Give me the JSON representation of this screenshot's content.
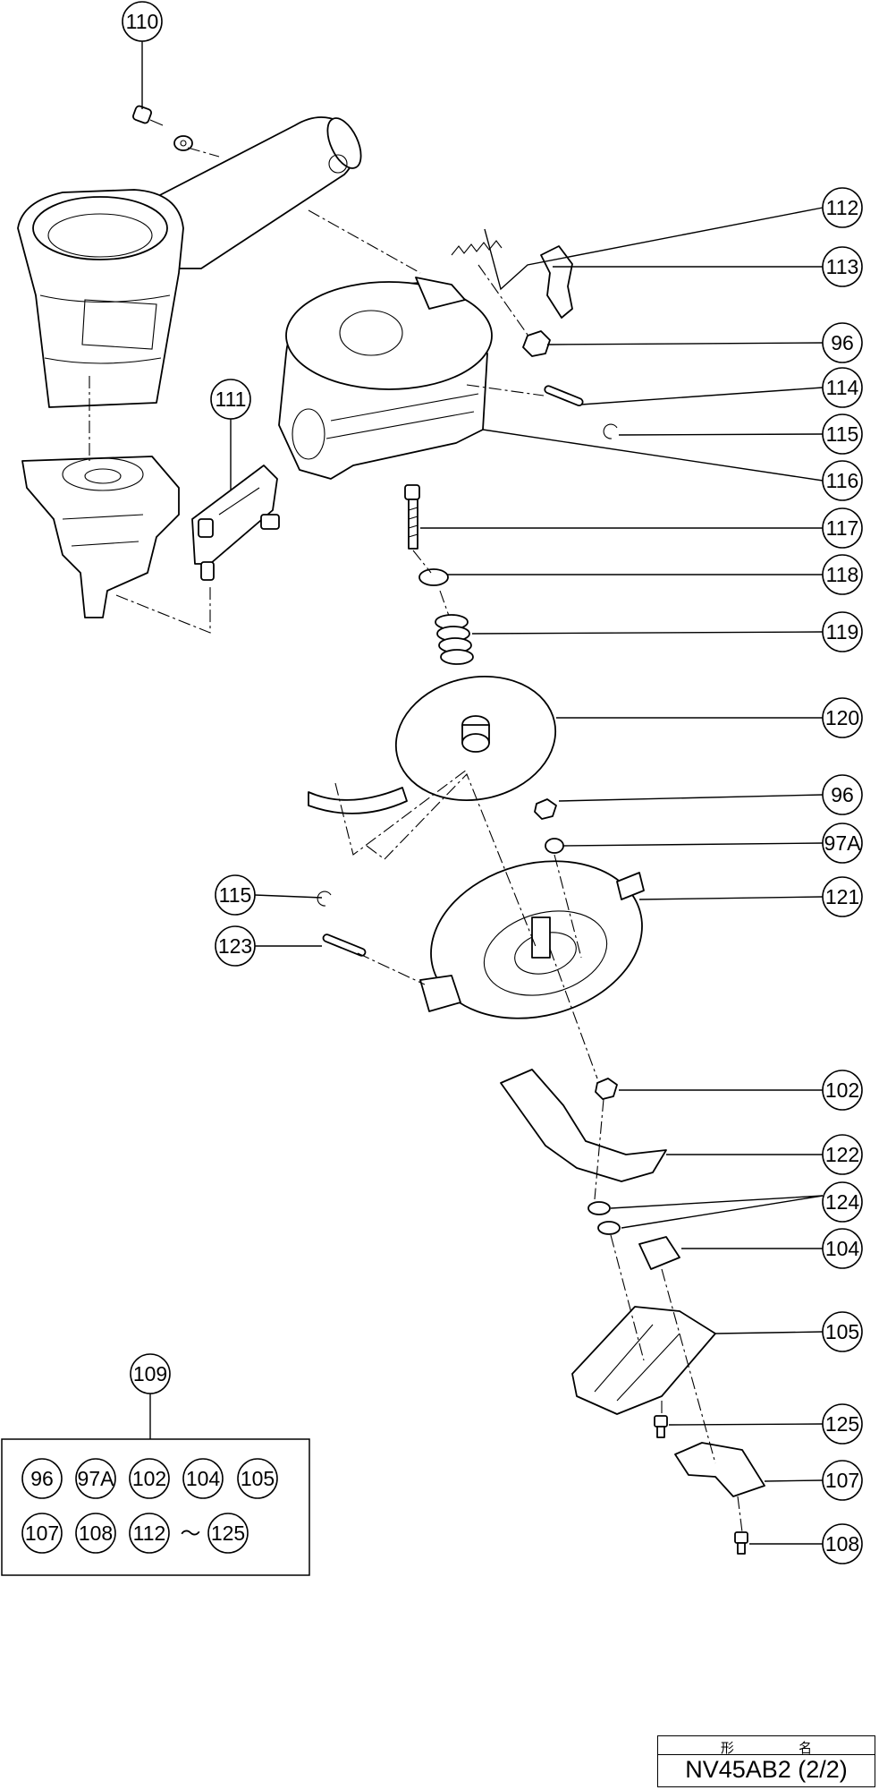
{
  "title_block": {
    "kanji": "形 名",
    "model": "NV45AB2 (2/2)"
  },
  "labels": [
    {
      "id": "110",
      "text": "110"
    },
    {
      "id": "112",
      "text": "112"
    },
    {
      "id": "113",
      "text": "113"
    },
    {
      "id": "96a",
      "text": "96"
    },
    {
      "id": "114",
      "text": "114"
    },
    {
      "id": "115a",
      "text": "115"
    },
    {
      "id": "116",
      "text": "116"
    },
    {
      "id": "111",
      "text": "111"
    },
    {
      "id": "117",
      "text": "117"
    },
    {
      "id": "118",
      "text": "118"
    },
    {
      "id": "119",
      "text": "119"
    },
    {
      "id": "120",
      "text": "120"
    },
    {
      "id": "96b",
      "text": "96"
    },
    {
      "id": "97A",
      "text": "97A"
    },
    {
      "id": "115b",
      "text": "115"
    },
    {
      "id": "121",
      "text": "121"
    },
    {
      "id": "123",
      "text": "123"
    },
    {
      "id": "102",
      "text": "102"
    },
    {
      "id": "122",
      "text": "122"
    },
    {
      "id": "124",
      "text": "124"
    },
    {
      "id": "104",
      "text": "104"
    },
    {
      "id": "105",
      "text": "105"
    },
    {
      "id": "125",
      "text": "125"
    },
    {
      "id": "107",
      "text": "107"
    },
    {
      "id": "108",
      "text": "108"
    },
    {
      "id": "109",
      "text": "109"
    }
  ],
  "kit": {
    "row1": [
      "96",
      "97A",
      "102",
      "104",
      "105"
    ],
    "row2": [
      "107",
      "108",
      "112"
    ],
    "range_symbol": "〜",
    "range_end": "125"
  }
}
